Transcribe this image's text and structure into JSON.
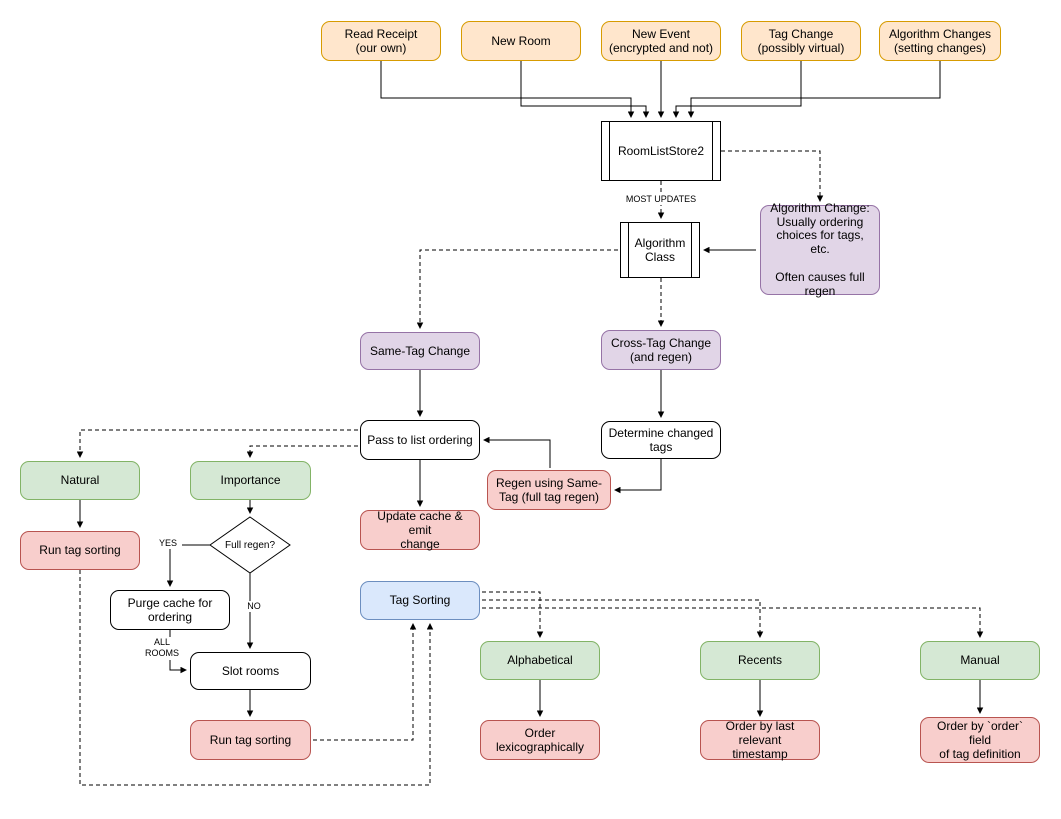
{
  "nodes": {
    "read_receipt": {
      "label": "Read Receipt\n(our own)"
    },
    "new_room": {
      "label": "New Room"
    },
    "new_event": {
      "label": "New Event\n(encrypted and not)"
    },
    "tag_change": {
      "label": "Tag Change\n(possibly virtual)"
    },
    "algorithm_changes": {
      "label": "Algorithm Changes\n(setting changes)"
    },
    "room_list_store": {
      "label": "RoomListStore2"
    },
    "algorithm_class": {
      "label": "Algorithm\nClass"
    },
    "algorithm_change_note": {
      "label": "Algorithm Change:\nUsually ordering\nchoices for tags, etc.\n\nOften causes full\nregen"
    },
    "same_tag_change": {
      "label": "Same-Tag Change"
    },
    "cross_tag_change": {
      "label": "Cross-Tag Change\n(and regen)"
    },
    "pass_to_list_ordering": {
      "label": "Pass to list ordering"
    },
    "determine_changed_tags": {
      "label": "Determine changed\ntags"
    },
    "regen_same_tag": {
      "label": "Regen using Same-\nTag (full tag regen)"
    },
    "update_cache": {
      "label": "Update cache & emit\nchange"
    },
    "natural": {
      "label": "Natural"
    },
    "importance": {
      "label": "Importance"
    },
    "run_tag_sorting_left": {
      "label": "Run tag sorting"
    },
    "full_regen": {
      "label": "Full regen?"
    },
    "purge_cache": {
      "label": "Purge cache for\nordering"
    },
    "slot_rooms": {
      "label": "Slot rooms"
    },
    "run_tag_sorting_bottom": {
      "label": "Run tag sorting"
    },
    "tag_sorting": {
      "label": "Tag Sorting"
    },
    "alphabetical": {
      "label": "Alphabetical"
    },
    "recents": {
      "label": "Recents"
    },
    "manual": {
      "label": "Manual"
    },
    "order_lexicographically": {
      "label": "Order\nlexicographically"
    },
    "order_by_timestamp": {
      "label": "Order by last relevant\ntimestamp"
    },
    "order_by_order_field": {
      "label": "Order by `order` field\nof tag definition"
    }
  },
  "edge_labels": {
    "most_updates": "MOST UPDATES",
    "yes": "YES",
    "no": "NO",
    "all_rooms": "ALL\nROOMS"
  },
  "colors": {
    "orange_fill": "#ffe6cc",
    "orange_stroke": "#d79b00",
    "purple_fill": "#e1d5e7",
    "purple_stroke": "#9673a6",
    "green_fill": "#d5e8d4",
    "green_stroke": "#82b366",
    "pink_fill": "#f8cecc",
    "pink_stroke": "#b85450",
    "blue_fill": "#dae8fc",
    "blue_stroke": "#6c8ebf",
    "white_fill": "#ffffff",
    "black_stroke": "#000000"
  }
}
